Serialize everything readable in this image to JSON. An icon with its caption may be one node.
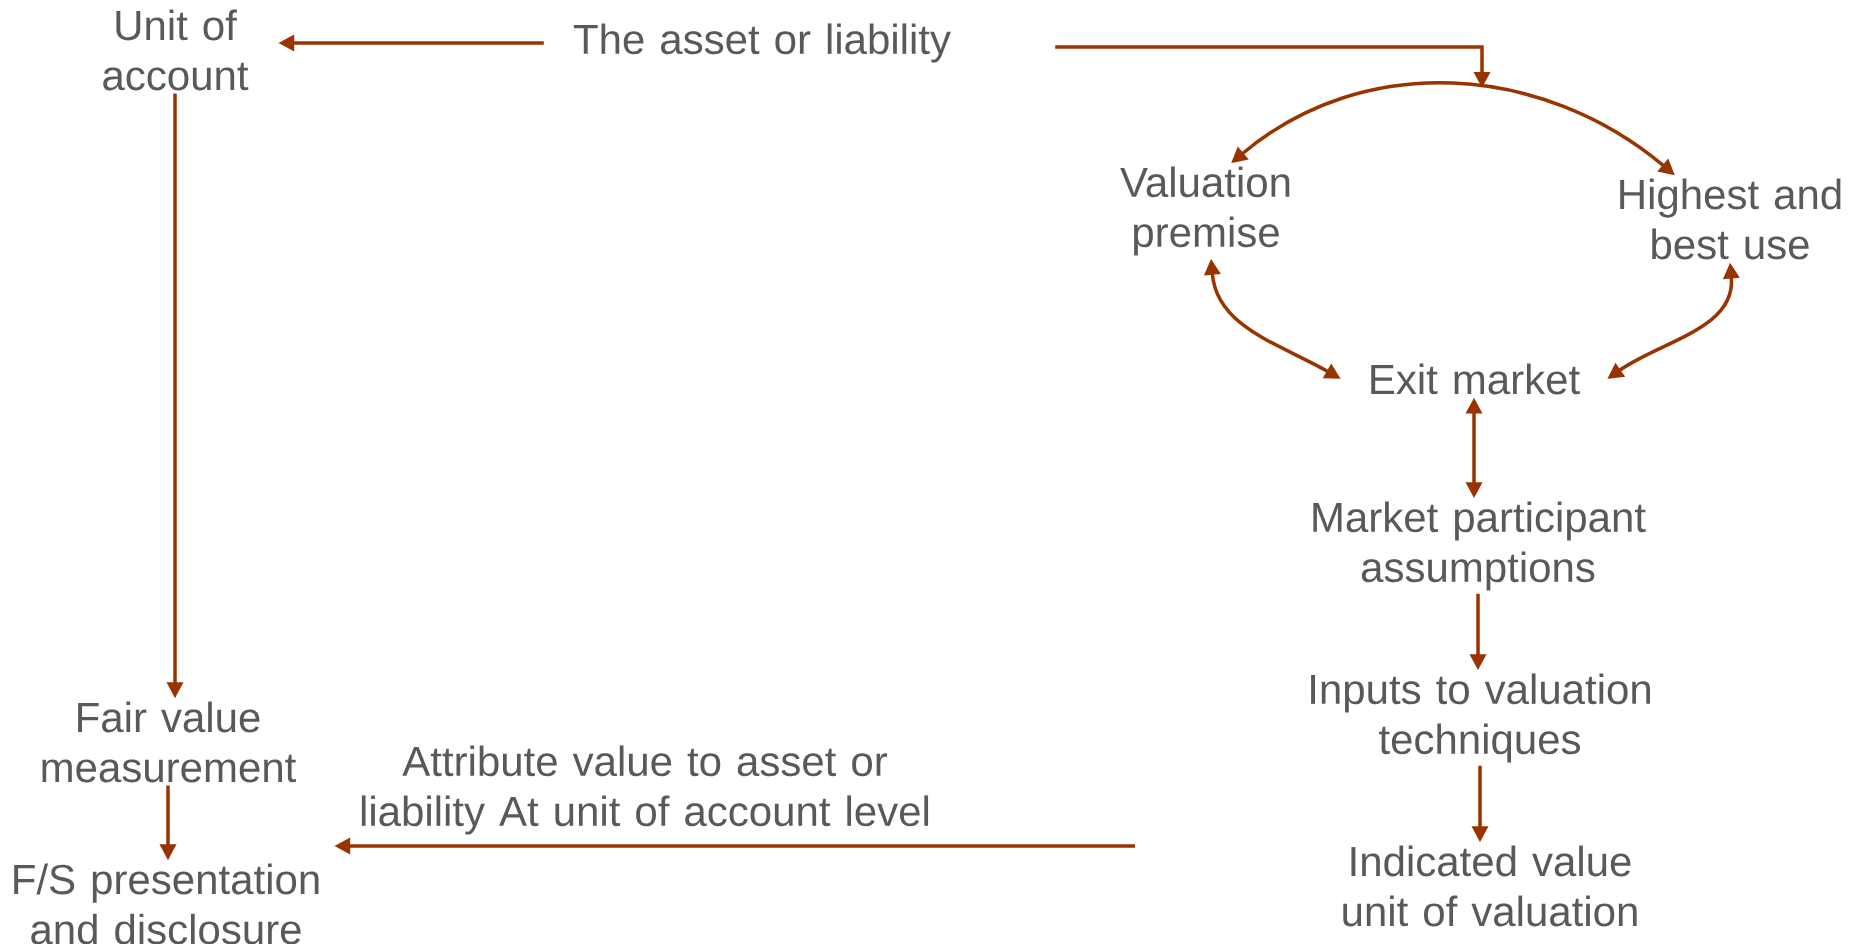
{
  "diagram": {
    "nodes": [
      {
        "text": [
          "Unit of account"
        ]
      },
      {
        "text": [
          "The asset or liability"
        ]
      },
      {
        "text": [
          "Valuation premise"
        ]
      },
      {
        "text": [
          "Highest and best use"
        ]
      },
      {
        "text": [
          "Exit market"
        ]
      },
      {
        "text": [
          "Market participant assumptions"
        ]
      },
      {
        "text": [
          "Inputs to valuation techniques"
        ]
      },
      {
        "text": [
          "Indicated value unit of valuation"
        ]
      },
      {
        "text": [
          "Fair value measurement"
        ]
      },
      {
        "text": [
          "F/S presentation and disclosure"
        ]
      }
    ],
    "edges": [
      {
        "from": 1,
        "to": 0,
        "arrow": "to"
      },
      {
        "from": 1,
        "to": null,
        "arrow": "to"
      },
      {
        "from": 2,
        "to": 3,
        "arrow": "both"
      },
      {
        "from": 2,
        "to": 4,
        "arrow": "both"
      },
      {
        "from": 3,
        "to": 4,
        "arrow": "both"
      },
      {
        "from": 4,
        "to": 5,
        "arrow": "both"
      },
      {
        "from": 5,
        "to": 6,
        "arrow": "to"
      },
      {
        "from": 6,
        "to": 7,
        "arrow": "to"
      },
      {
        "from": 0,
        "to": 8,
        "arrow": "to"
      },
      {
        "from": 8,
        "to": 9,
        "arrow": "to"
      },
      {
        "from": null,
        "to": 9,
        "arrow": "to",
        "label": "Attribute value to asset or liability At unit of account level"
      }
    ]
  }
}
